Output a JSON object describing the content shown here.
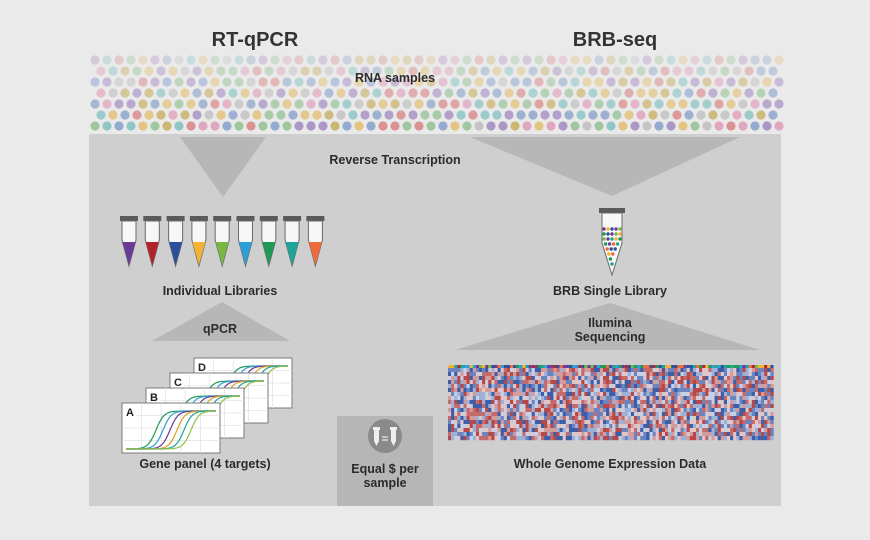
{
  "titles": {
    "left": "RT-qPCR",
    "right": "BRB-seq"
  },
  "labels": {
    "rna_samples": "RNA samples",
    "reverse_transcription": "Reverse Transcription",
    "individual_libraries": "Individual Libraries",
    "brb_single_library": "BRB Single Library",
    "qpcr": "qPCR",
    "sequencing": "Ilumina\nSequencing",
    "gene_panel": "Gene panel (4 targets)",
    "equal_cost": "Equal $ per\nsample",
    "whole_genome": "Whole Genome Expression Data"
  },
  "panel_letters": [
    "A",
    "B",
    "C",
    "D"
  ],
  "colors": {
    "tubes": [
      "#6a3a97",
      "#b1232b",
      "#2c4f9c",
      "#f2b233",
      "#77b844",
      "#2d9fd6",
      "#1f9a55",
      "#1fa597",
      "#ee6c3a"
    ],
    "dots": [
      "#8fa6cc",
      "#d98c8c",
      "#9cc59c",
      "#e3c27a",
      "#a892c4",
      "#8cc4c4",
      "#e0a3bd",
      "#c2c2c2",
      "#c9b36b"
    ],
    "heatmap": [
      "#3c5ea8",
      "#6a84bf",
      "#9fb0d6",
      "#c9d0e4",
      "#e0c6c6",
      "#d59a9a",
      "#c56a6a",
      "#b74848"
    ],
    "curves": [
      "#1f9a55",
      "#2d9fd6",
      "#6a3a97",
      "#d8a320",
      "#1fa597",
      "#8fc04a"
    ]
  },
  "icons": [
    "test-tube-icon",
    "microcentrifuge-tube-icon",
    "amplification-plot-icon",
    "money-tube-icon"
  ]
}
